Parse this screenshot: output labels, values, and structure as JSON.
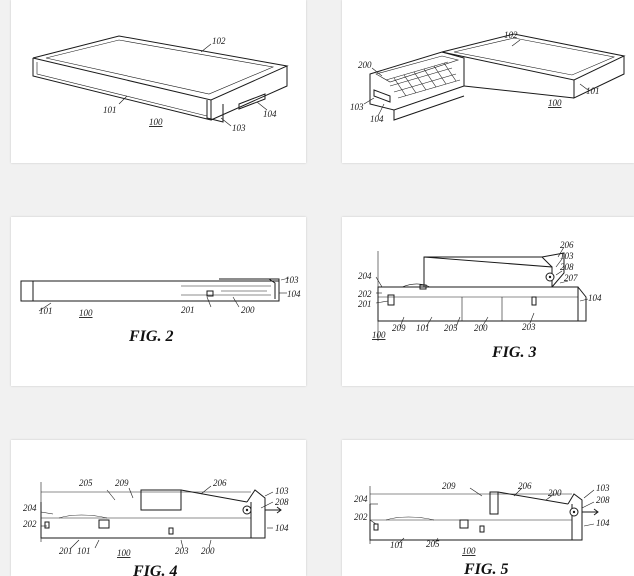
{
  "panels": [
    {
      "id": "fig1",
      "caption": "",
      "labels": {
        "r102": "102",
        "r101": "101",
        "r100": "100",
        "r103": "103",
        "r104": "104"
      }
    },
    {
      "id": "fig1b",
      "caption": "",
      "labels": {
        "r102": "102",
        "r200": "200",
        "r101": "101",
        "r100": "100",
        "r103": "103",
        "r104": "104"
      }
    },
    {
      "id": "fig2",
      "caption": "FIG. 2",
      "labels": {
        "r103": "103",
        "r104": "104",
        "r101": "101",
        "r100": "100",
        "r201": "201",
        "r200": "200"
      }
    },
    {
      "id": "fig3",
      "caption": "FIG. 3",
      "labels": {
        "r206": "206",
        "r103": "103",
        "r208": "208",
        "r207": "207",
        "r204": "204",
        "r202": "202",
        "r201": "201",
        "r104": "104",
        "r209": "209",
        "r101": "101",
        "r205": "205",
        "r200": "200",
        "r203": "203",
        "r100": "100"
      }
    },
    {
      "id": "fig4",
      "caption": "FIG. 4",
      "labels": {
        "r205": "205",
        "r209": "209",
        "r206": "206",
        "r103": "103",
        "r208": "208",
        "r204": "204",
        "r202": "202",
        "r104": "104",
        "r201": "201",
        "r101": "101",
        "r100": "100",
        "r203": "203",
        "r200": "200"
      }
    },
    {
      "id": "fig5",
      "caption": "FIG. 5",
      "labels": {
        "r209": "209",
        "r206": "206",
        "r200": "200",
        "r103": "103",
        "r208": "208",
        "r204": "204",
        "r202": "202",
        "r104": "104",
        "r101": "101",
        "r205": "205",
        "r100": "100"
      }
    }
  ]
}
